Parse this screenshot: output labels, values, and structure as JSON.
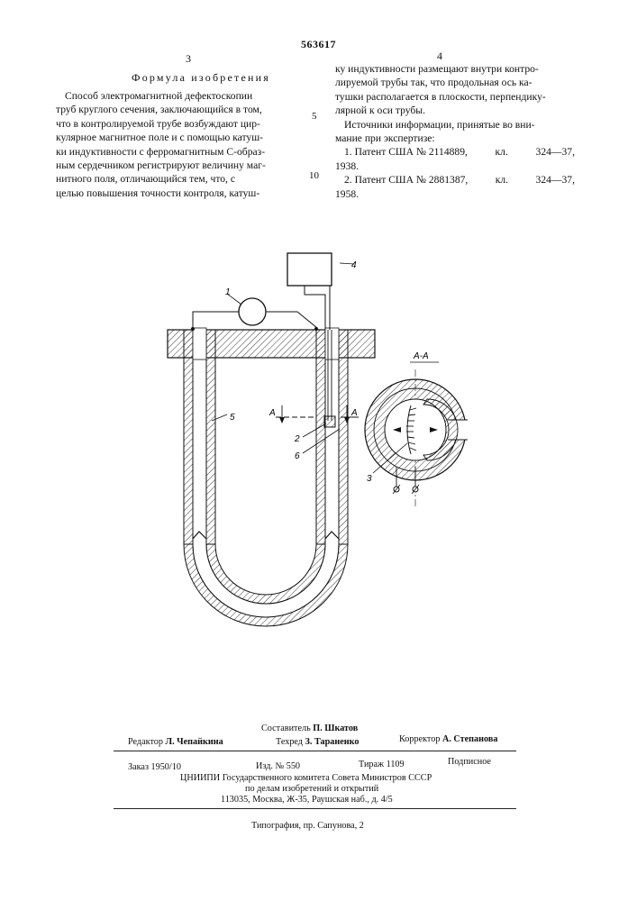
{
  "header": {
    "patent_number": "563617",
    "col_left_number": "3",
    "col_right_number": "4"
  },
  "left_column": {
    "heading": "Формула изобретения",
    "lines": [
      "Способ электромагнитной дефектоскопии",
      "труб круглого сечения, заключающийся в том,",
      "что в контролируемой трубе возбуждают цир-",
      "кулярное магнитное поле и с помощью катуш-",
      "ки индуктивности с ферромагнитным С-образ-",
      "ным сердечником регистрируют величину маг-",
      "нитного поля, отличающийся тем, что, с",
      "целью повышения точности контроля, катуш-"
    ]
  },
  "line_numbers": [
    "5",
    "10"
  ],
  "right_column": {
    "lines": [
      "ку индуктивности размещают внутри контро-",
      "лируемой трубы так, что продольная ось ка-",
      "тушки располагается в плоскости, перпендику-",
      "лярной к оси трубы."
    ],
    "sources_heading": "Источники информации, принятые во вни-",
    "sources_heading_2": "мание при экспертизе:",
    "source1_a": "1. Патент США № 2114889,",
    "source1_b": "кл.",
    "source1_c": "324—37,",
    "source1_year": "1938.",
    "source2_a": "2. Патент США № 2881387,",
    "source2_b": "кл.",
    "source2_c": "324—37,",
    "source2_year": "1958."
  },
  "drawing": {
    "labels": {
      "l1": "1",
      "l2": "2",
      "l3": "3",
      "l4": "4",
      "l5": "5",
      "l6": "6",
      "sectionA_left": "A",
      "sectionA_right": "A",
      "section_title": "А-А"
    }
  },
  "imprint": {
    "compiler_label": "Составитель",
    "compiler_name": "П. Шкатов",
    "editor_label": "Редактор",
    "editor_name": "Л. Чепайкина",
    "techred_label": "Техред",
    "techred_name": "З. Тараненко",
    "corrector_label": "Корректор",
    "corrector_name": "А. Степанова",
    "order": "Заказ 1950/10",
    "edition": "Изд. № 550",
    "circulation": "Тираж 1109",
    "subscription": "Подписное",
    "org_line1": "ЦНИИПИ Государственного комитета Совета Министров СССР",
    "org_line2": "по делам изобретений и открытий",
    "org_line3": "113035, Москва, Ж-35, Раушская наб., д. 4/5",
    "printing": "Типография, пр. Сапунова, 2"
  }
}
